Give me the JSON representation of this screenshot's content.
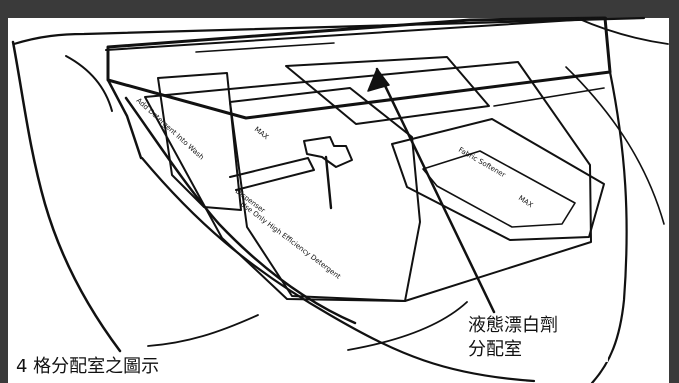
{
  "caption": "4 格分配室之圖示",
  "callout": {
    "line1": "液態漂白劑",
    "line2": "分配室"
  },
  "illustration_labels": {
    "max_left": "MAX",
    "max_right": "MAX",
    "tray_top": "Add Detergent Into Wash",
    "fabric_softener": "Fabric Softener",
    "use_only": "Use Only High Efficiency Detergent",
    "dispenser_left": "Dispenser"
  },
  "colors": {
    "frame_band": "#3a3a3a",
    "line": "#111111",
    "background": "#ffffff"
  }
}
